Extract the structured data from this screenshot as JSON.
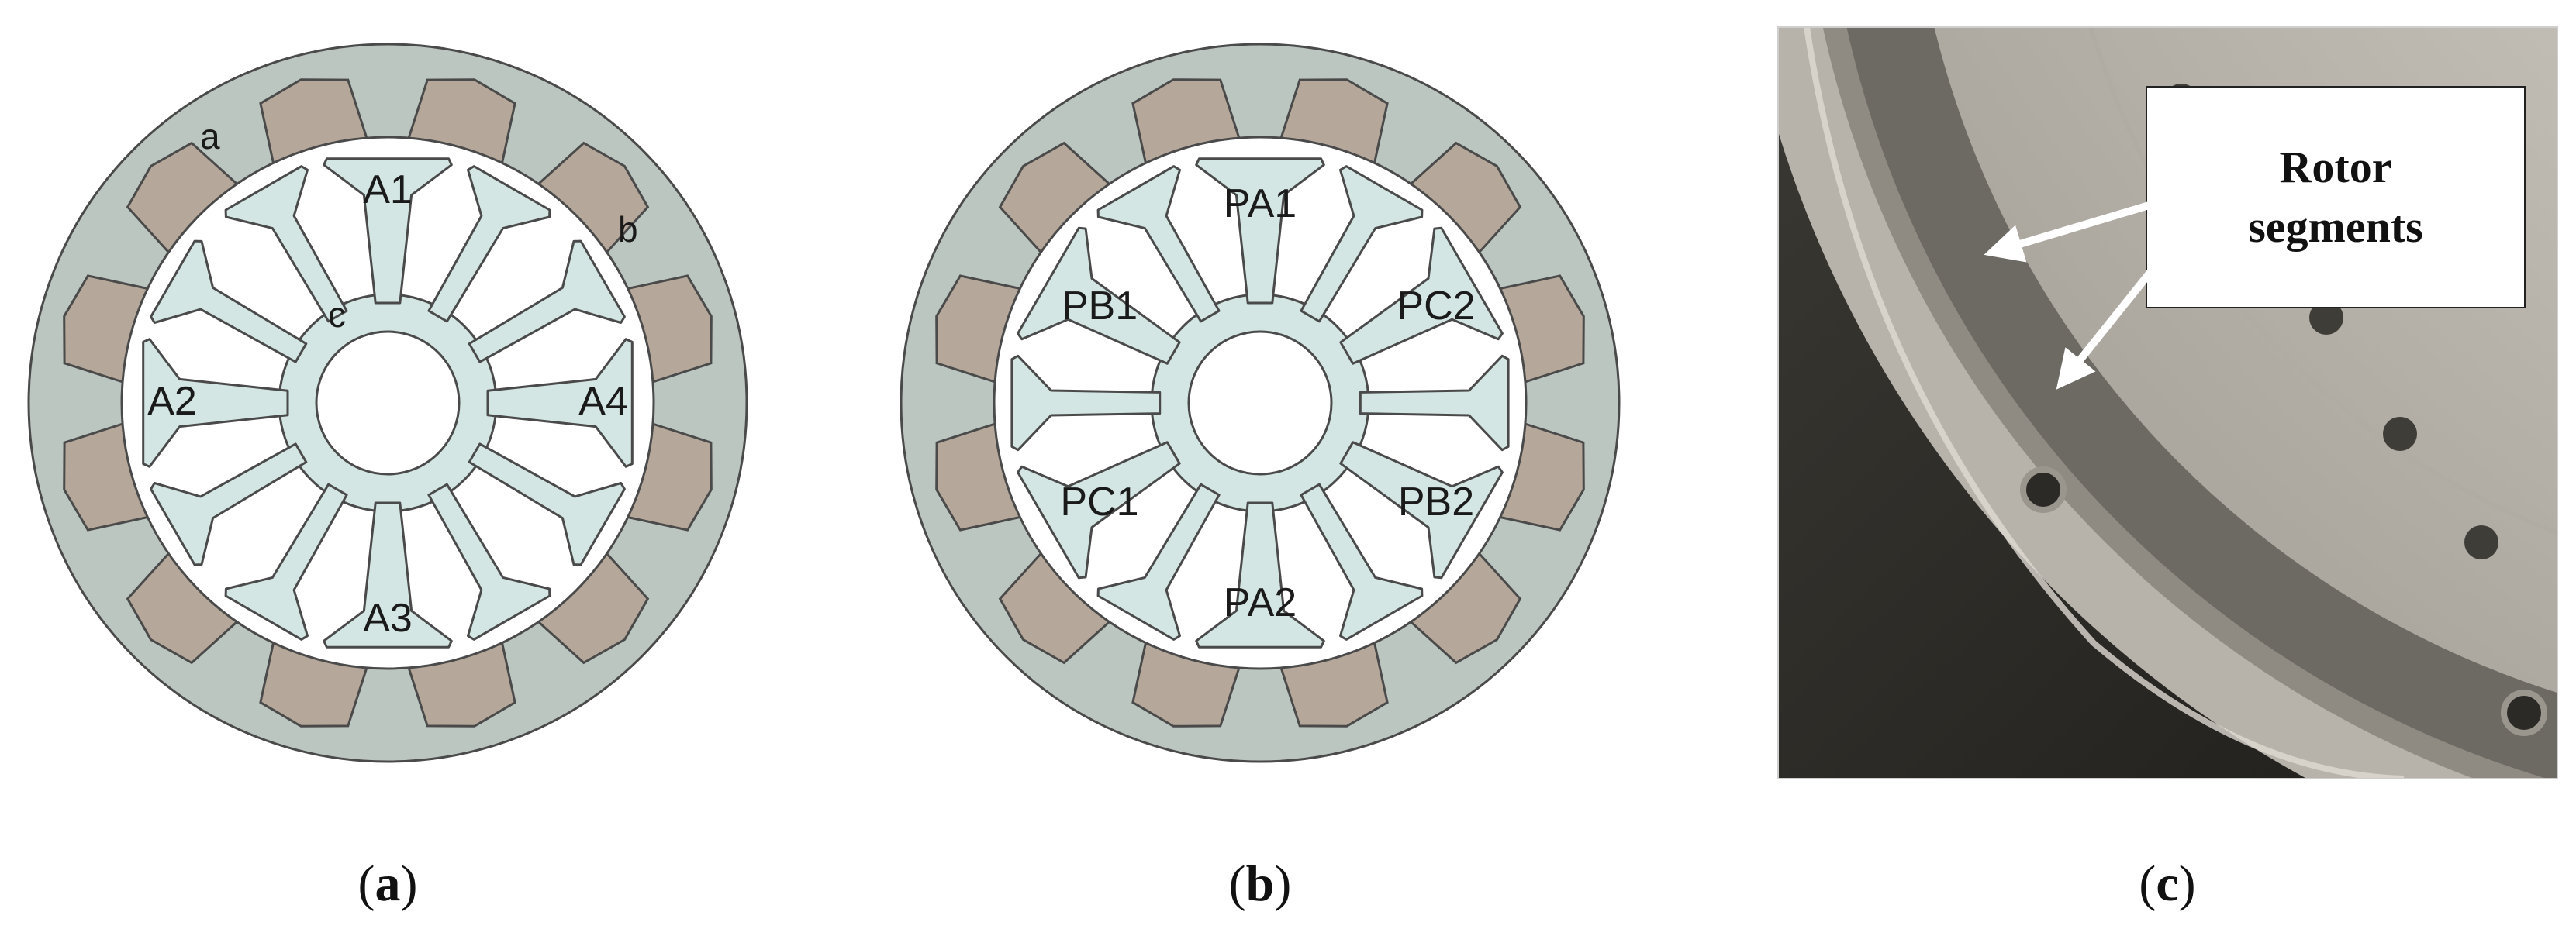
{
  "panels": [
    {
      "id": "a",
      "caption_prefix": "(",
      "caption_letter": "a",
      "caption_suffix": ")",
      "region_labels": {
        "stator": "a",
        "winding": "b",
        "rotor": "c"
      },
      "labels": {
        "top": "A1",
        "left": "A2",
        "bottom": "A3",
        "right": "A4"
      }
    },
    {
      "id": "b",
      "caption_prefix": "(",
      "caption_letter": "b",
      "caption_suffix": ")",
      "labels": {
        "top": "PA1",
        "upper_left": "PB1",
        "upper_right": "PC2",
        "lower_left": "PC1",
        "lower_right": "PB2",
        "bottom": "PA2"
      }
    },
    {
      "id": "c",
      "caption_prefix": "(",
      "caption_letter": "c",
      "caption_suffix": ")",
      "callout": {
        "line1": "Rotor",
        "line2": "segments"
      }
    }
  ],
  "colors": {
    "stator": "#bcc6c0",
    "winding": "#b5a89a",
    "rotor": "#d3e6e3",
    "outline": "#4a4a4a",
    "photo_dark": "#2e2c28",
    "photo_metal": "#c9c6bf"
  }
}
